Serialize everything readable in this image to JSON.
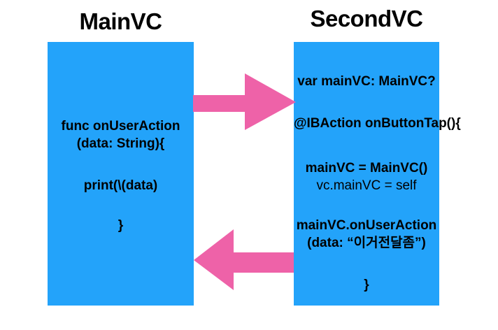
{
  "diagram": {
    "type": "flow-diagram",
    "title_left": "MainVC",
    "title_right": "SecondVC",
    "colors": {
      "box": "#23A3FA",
      "arrow": "#EE62A8",
      "text": "#000000",
      "background": "#FFFFFF"
    }
  },
  "left_box": {
    "label": "MainVC",
    "lines": [
      {
        "text": "func onUserAction",
        "bold": true
      },
      {
        "text": "(data: String){",
        "bold": true
      },
      {
        "text": "print(\\(data)",
        "bold": true
      },
      {
        "text": "}",
        "bold": true
      }
    ]
  },
  "right_box": {
    "label": "SecondVC",
    "lines": [
      {
        "text": "var mainVC: MainVC?",
        "bold": true
      },
      {
        "text": "@IBAction onButtonTap(){",
        "bold": true
      },
      {
        "text": "mainVC = MainVC()",
        "bold": true
      },
      {
        "text": "vc.mainVC = self",
        "bold": false
      },
      {
        "text": "mainVC.onUserAction",
        "bold": true
      },
      {
        "text": "(data: “이거전달좀”)",
        "bold": true
      },
      {
        "text": "}",
        "bold": true
      }
    ]
  },
  "arrows": [
    {
      "name": "arrow-main-to-second",
      "direction": "right",
      "color": "#EE62A8"
    },
    {
      "name": "arrow-second-to-main",
      "direction": "left",
      "color": "#EE62A8"
    }
  ]
}
